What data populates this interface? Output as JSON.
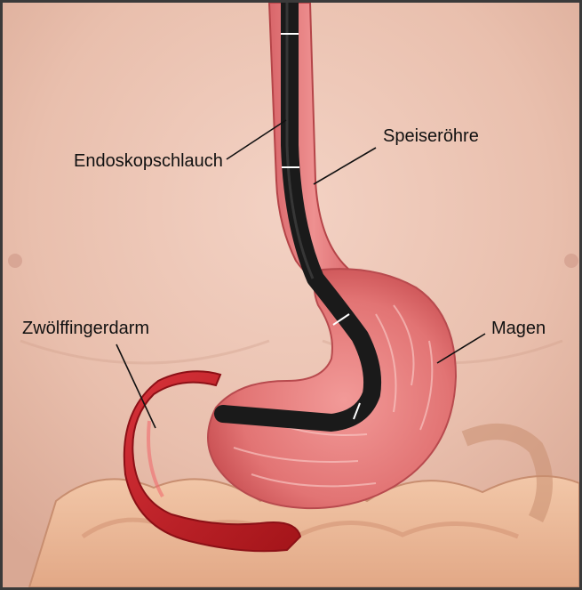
{
  "labels": {
    "endoscope": "Endoskopschlauch",
    "esophagus": "Speiseröhre",
    "duodenum": "Zwölffingerdarm",
    "stomach": "Magen"
  },
  "colors": {
    "skin": "#ecc3b3",
    "organ": "#e37a7b",
    "intestine": "#b91f24",
    "endoscope": "#1a1a1a",
    "lines": "#111111"
  }
}
